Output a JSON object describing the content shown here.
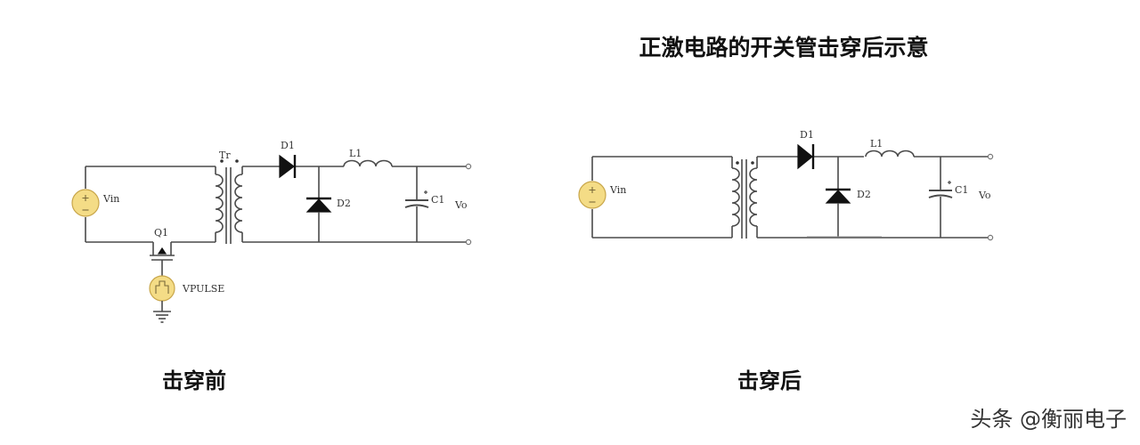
{
  "title": "正激电路的开关管击穿后示意",
  "watermark": "头条 @衡丽电子",
  "before": {
    "caption": "击穿前",
    "labels": {
      "vin": "Vin",
      "tr": "Tr",
      "d1": "D1",
      "d2": "D2",
      "l1": "L1",
      "c1": "C1",
      "vo": "Vo",
      "q1": "Q1",
      "vpulse": "VPULSE"
    }
  },
  "after": {
    "caption": "击穿后",
    "labels": {
      "vin": "Vin",
      "d1": "D1",
      "d2": "D2",
      "l1": "L1",
      "c1": "C1",
      "vo": "Vo"
    }
  },
  "colors": {
    "source_fill": "#f4dc86",
    "wire": "#4a4a4a"
  }
}
